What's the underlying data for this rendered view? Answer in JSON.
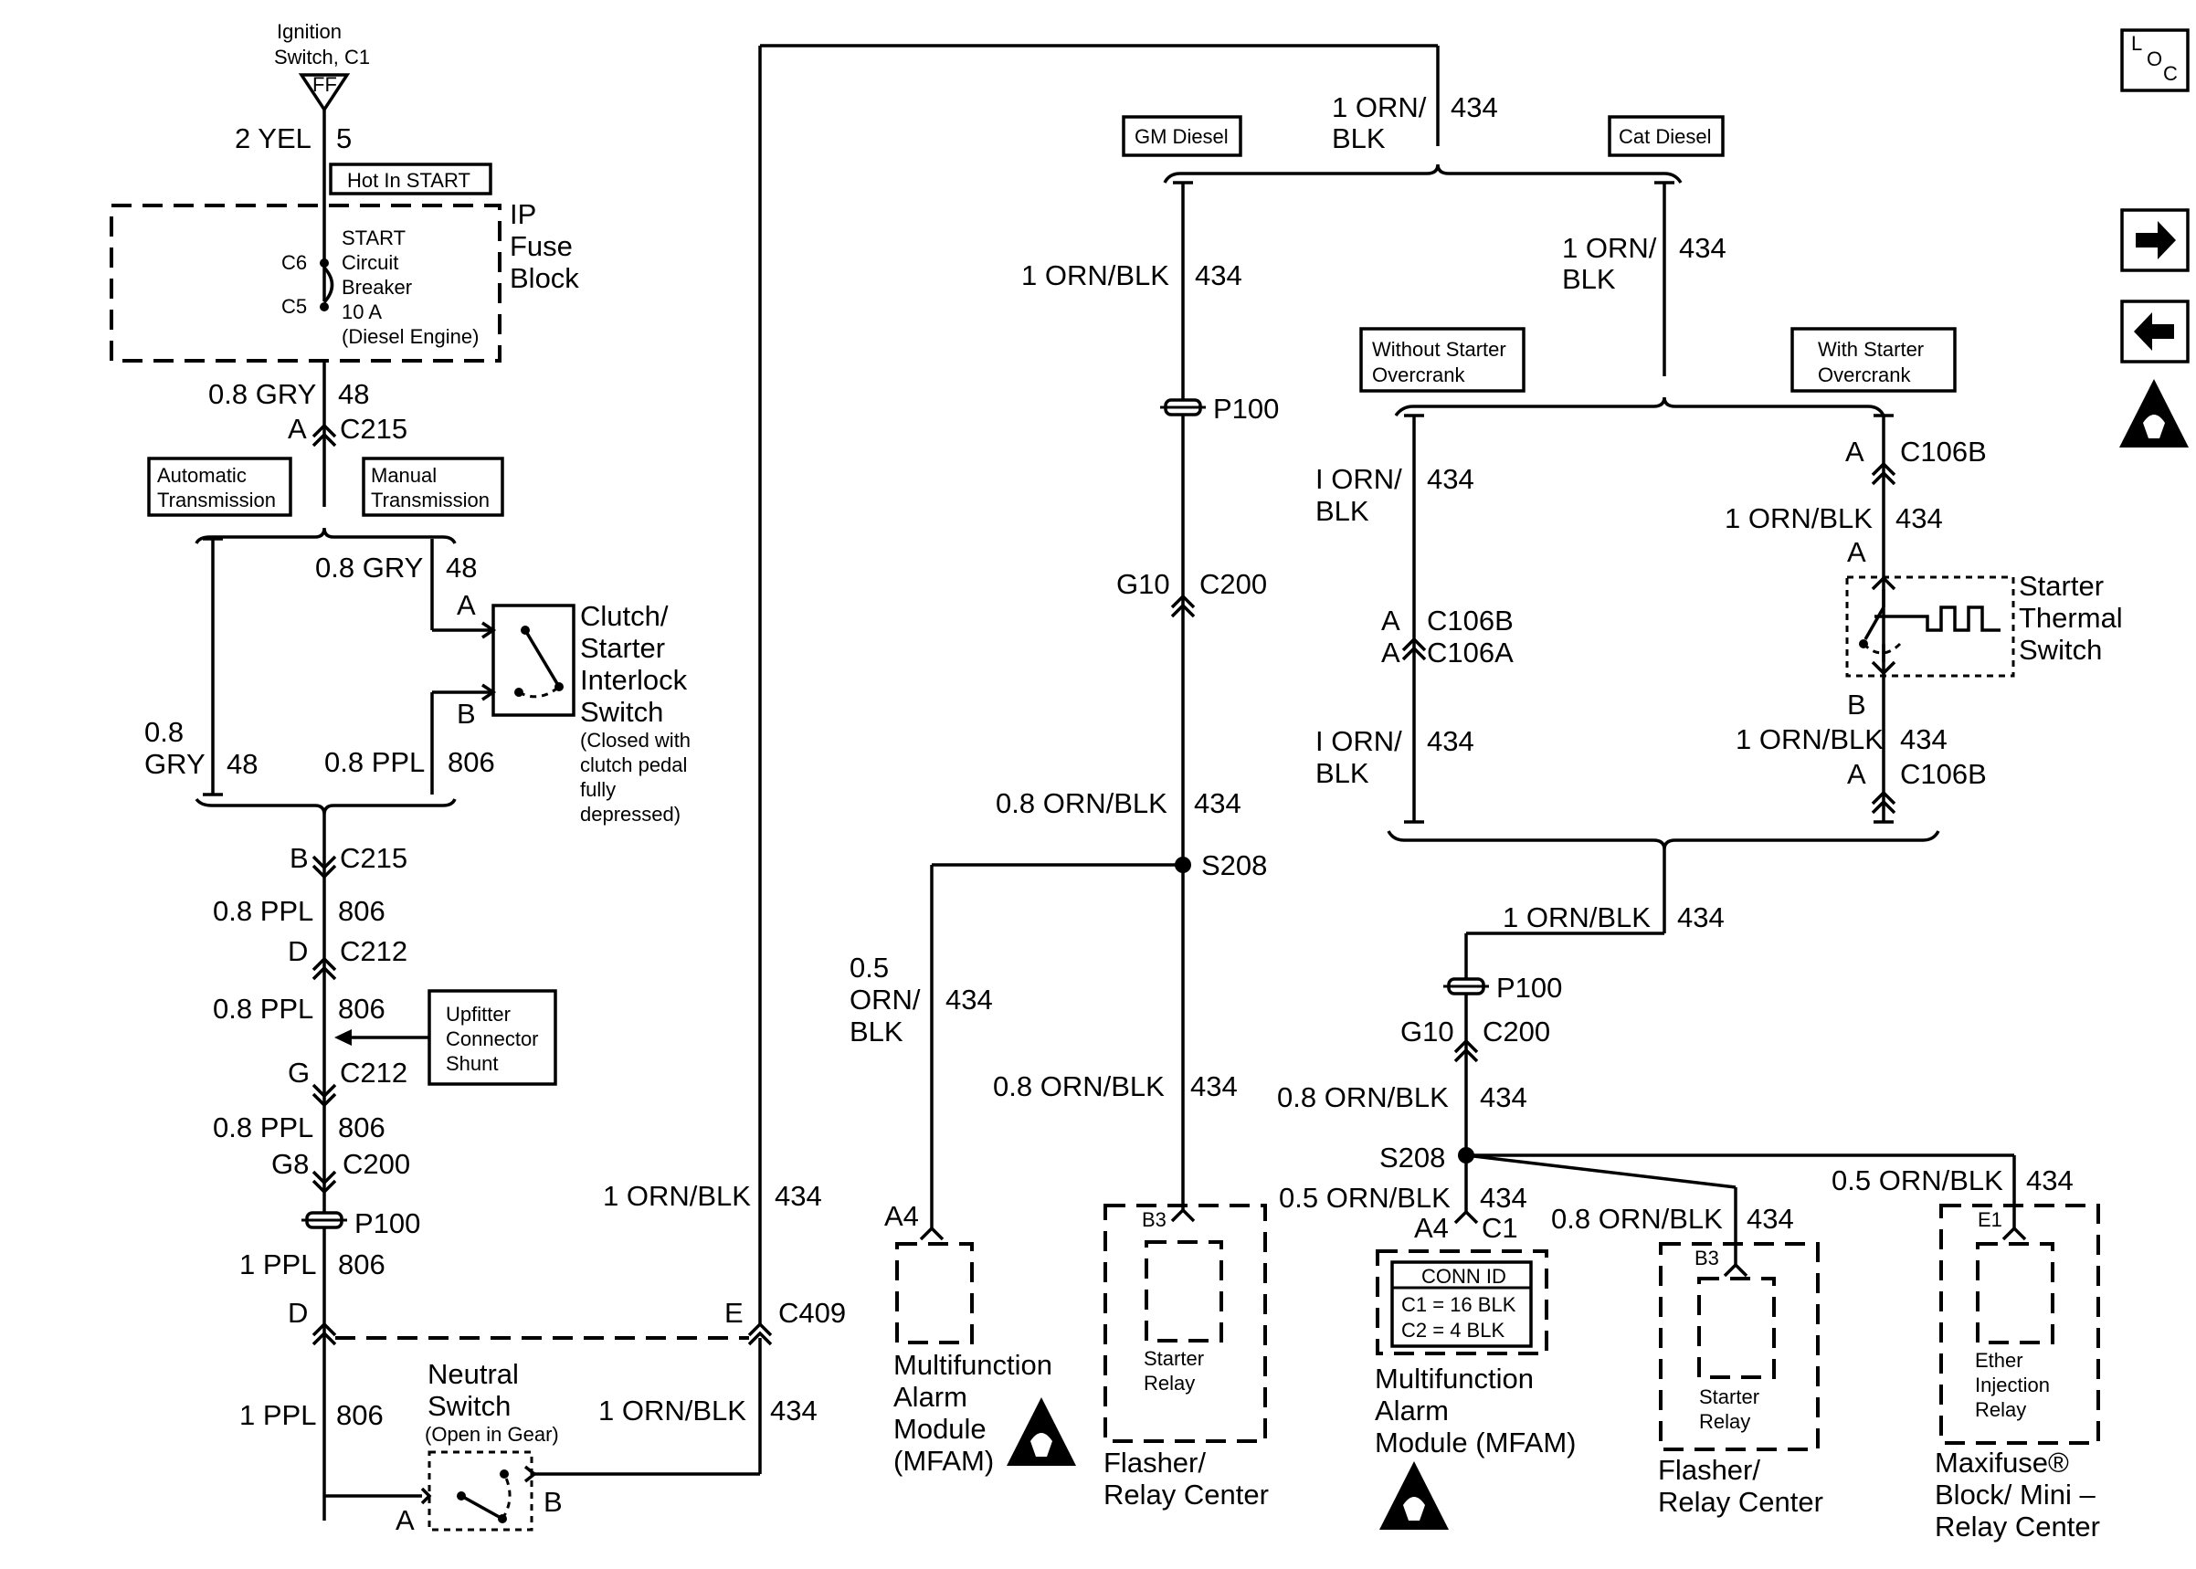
{
  "top": {
    "ignition": [
      "Ignition",
      "Switch, C1"
    ],
    "ff": "FF",
    "wire_2yel": "2 YEL",
    "cir_5": "5",
    "hot_in_start": "Hot In START",
    "fuse_block": [
      "IP",
      "Fuse",
      "Block"
    ],
    "c6": "C6",
    "c5": "C5",
    "breaker": [
      "START",
      "Circuit",
      "Breaker",
      "10 A",
      "(Diesel Engine)"
    ]
  },
  "left": {
    "w08gry": "0.8 GRY",
    "c48": "48",
    "A": "A",
    "c215": "C215",
    "auto_trans": [
      "Automatic",
      "Transmission"
    ],
    "man_trans": [
      "Manual",
      "Transmission"
    ],
    "w08gry_b": "0.8 GRY",
    "c48_b": "48",
    "clutch_A": "A",
    "clutch_B": "B",
    "clutch_switch": [
      "Clutch/",
      "Starter",
      "Interlock",
      "Switch"
    ],
    "clutch_note": [
      "(Closed with",
      "clutch pedal",
      "fully",
      "depressed)"
    ],
    "w08": "0.8",
    "gry": "GRY",
    "c48_c": "48",
    "w08ppl_a": "0.8 PPL",
    "c806_a": "806",
    "B": "B",
    "c215_b": "C215",
    "w08ppl_b": "0.8 PPL",
    "c806_b": "806",
    "D": "D",
    "c212_a": "C212",
    "w08ppl_c": "0.8 PPL",
    "c806_c": "806",
    "upfitter": [
      "Upfitter",
      "Connector",
      "Shunt"
    ],
    "G": "G",
    "c212_b": "C212",
    "w08ppl_d": "0.8 PPL",
    "c806_d": "806",
    "G8": "G8",
    "c200": "C200",
    "p100": "P100",
    "w1ppl_a": "1 PPL",
    "c806_e": "806",
    "D2": "D",
    "E": "E",
    "c409": "C409",
    "w1ornblk_a": "1 ORN/BLK",
    "c434_a": "434",
    "neutral": [
      "Neutral",
      "Switch"
    ],
    "neutral_note": "(Open in Gear)",
    "w1ppl_b": "1 PPL",
    "c806_f": "806",
    "nA": "A",
    "nB": "B",
    "w1ornblk_b": "1 ORN/BLK",
    "c434_b": "434"
  },
  "middle": {
    "gm_diesel": "GM Diesel",
    "cat_diesel": "Cat Diesel",
    "w1orn": "1 ORN/",
    "blk": "BLK",
    "c434": "434",
    "w1ornblk_a": "1 ORN/BLK",
    "c434_a": "434",
    "p100": "P100",
    "g10": "G10",
    "c200": "C200",
    "w08ornblk_a": "0.8 ORN/BLK",
    "c434_b": "434",
    "s208": "S208",
    "w05": [
      "0.5",
      "ORN/",
      "BLK"
    ],
    "c434_c": "434",
    "w08ornblk_b": "0.8 ORN/BLK",
    "c434_d": "434",
    "a4": "A4",
    "b3": "B3",
    "mfam": [
      "Multifunction",
      "Alarm",
      "Module",
      "(MFAM)"
    ],
    "starter_relay": [
      "Starter",
      "Relay"
    ],
    "flasher": [
      "Flasher/",
      "Relay Center"
    ]
  },
  "right": {
    "w1orn_a": "1 ORN/",
    "blk_a": "BLK",
    "c434_a": "434",
    "without": [
      "Without Starter",
      "Overcrank"
    ],
    "with": [
      "With Starter",
      "Overcrank"
    ],
    "w1orn_b": "I ORN/",
    "blk_b": "BLK",
    "c434_b": "434",
    "A1": "A",
    "c106b_a": "C106B",
    "A2": "A",
    "c106a": "C106A",
    "w1orn_c": "I ORN/",
    "blk_c": "BLK",
    "c434_c": "434",
    "A3": "A",
    "c106b_b": "C106B",
    "w1ornblk_a": "1 ORN/BLK",
    "c434_d": "434",
    "A4": "A",
    "thermal": [
      "Starter",
      "Thermal",
      "Switch"
    ],
    "B": "B",
    "w1ornblk_b": "1 ORN/BLK",
    "c434_e": "434",
    "A5": "A",
    "c106b_c": "C106B",
    "w1ornblk_c": "1 ORN/BLK",
    "c434_f": "434",
    "p100": "P100",
    "g10": "G10",
    "c200": "C200",
    "w08ornblk_a": "0.8 ORN/BLK",
    "c434_g": "434",
    "s208": "S208",
    "w05ornblk_a": "0.5 ORN/BLK",
    "c434_h": "434",
    "a4": "A4",
    "c1": "C1",
    "conn_id": "CONN ID",
    "c1blk": "C1 = 16 BLK",
    "c2blk": "C2 = 4 BLK",
    "mfam": [
      "Multifunction",
      "Alarm",
      "Module (MFAM)"
    ],
    "w08ornblk_b": "0.8 ORN/BLK",
    "c434_i": "434",
    "b3": "B3",
    "starter_relay": [
      "Starter",
      "Relay"
    ],
    "flasher": [
      "Flasher/",
      "Relay Center"
    ],
    "w05ornblk_b": "0.5 ORN/BLK",
    "c434_j": "434",
    "e1": "E1",
    "ether": [
      "Ether",
      "Injection",
      "Relay"
    ],
    "maxifuse": [
      "Maxifuse®",
      "Block/ Mini –",
      "Relay Center"
    ]
  },
  "nav": {
    "loc_L": "L",
    "loc_O": "O",
    "loc_C": "C"
  }
}
